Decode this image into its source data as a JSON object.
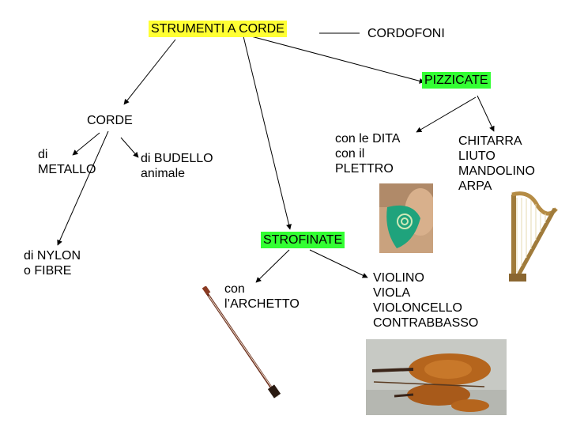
{
  "colors": {
    "root_highlight": "#ffff33",
    "category_highlight": "#33ff33"
  },
  "root": {
    "label": "STRUMENTI A CORDE"
  },
  "synonym": {
    "label": "CORDOFONI"
  },
  "corde": {
    "label": "CORDE",
    "metallo": "di\nMETALLO",
    "budello": "di BUDELLO\nanimale",
    "nylon": "di NYLON\no FIBRE"
  },
  "pizzicate": {
    "label": "PIZZICATE",
    "method": "con le DITA\ncon il\nPLETTRO",
    "instruments": "CHITARRA\nLIUTO\nMANDOLINO\nARPA",
    "pick_image": "plectrum-photo-icon",
    "harp_image": "harp-photo-icon"
  },
  "strofinate": {
    "label": "STROFINATE",
    "method": "con\nl’ARCHETTO",
    "instruments": "VIOLINO\nVIOLA\nVIOLONCELLO\nCONTRABBASSO",
    "bow_image": "bow-photo-icon",
    "strings_image": "violins-photo-icon"
  }
}
